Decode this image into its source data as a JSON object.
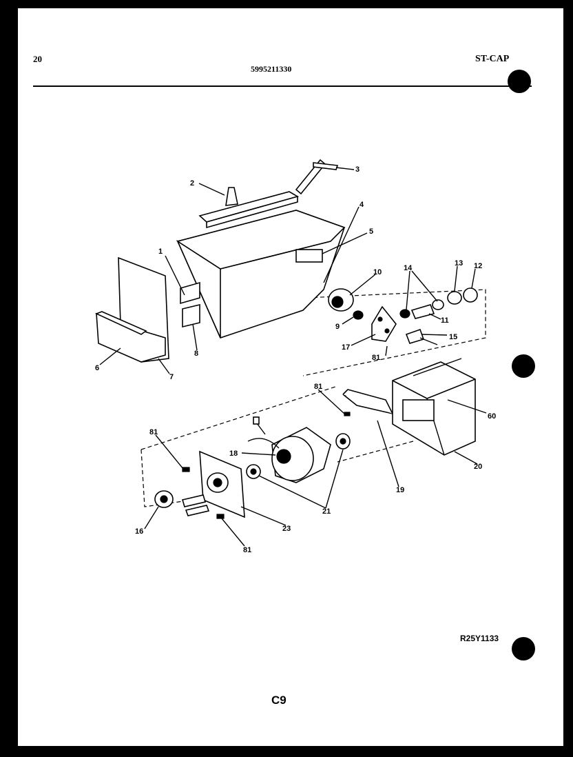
{
  "header": {
    "page_number": "20",
    "model_number": "5995211330",
    "section_code": "ST-CAP"
  },
  "footer": {
    "diagram_ref": "R25Y1133",
    "page_code": "C9"
  },
  "callouts": [
    "1",
    "2",
    "3",
    "4",
    "5",
    "6",
    "7",
    "8",
    "9",
    "10",
    "11",
    "12",
    "13",
    "14",
    "15",
    "16",
    "17",
    "18",
    "19",
    "20",
    "21",
    "23",
    "60",
    "81"
  ],
  "colors": {
    "background": "#000000",
    "sheet": "#ffffff",
    "ink": "#000000"
  }
}
